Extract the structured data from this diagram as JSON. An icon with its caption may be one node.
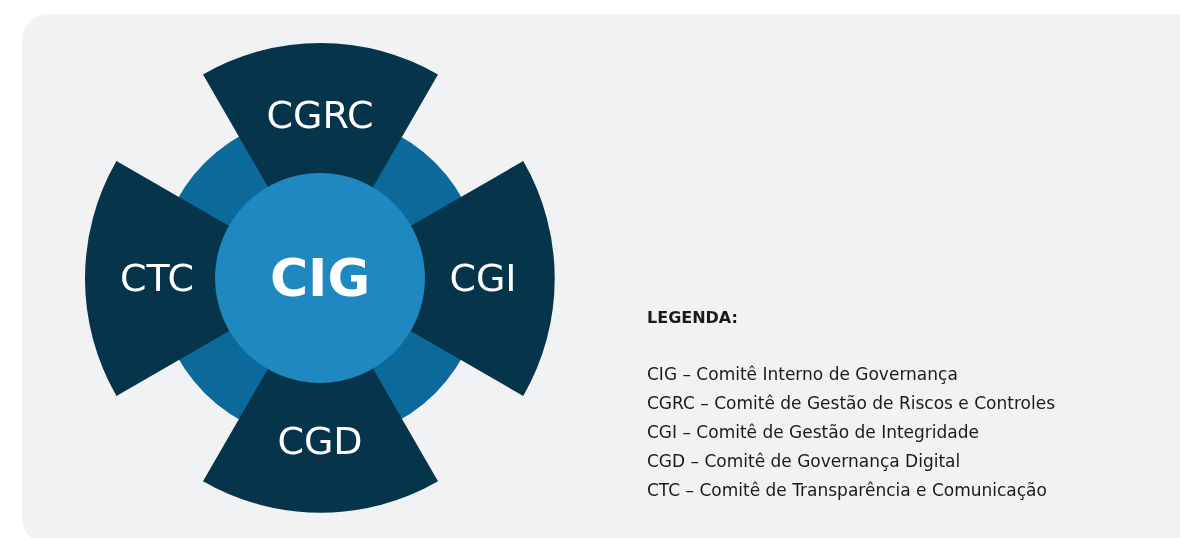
{
  "diagram": {
    "nodes": [
      {
        "text": [
          "CIG"
        ]
      },
      {
        "text": [
          "CGRC"
        ]
      },
      {
        "text": [
          "CGI"
        ]
      },
      {
        "text": [
          "CGD"
        ]
      },
      {
        "text": [
          "CTC"
        ]
      }
    ],
    "labels": [
      "LEGENDA:",
      "CIG – Comitê Interno de Governança",
      "CGRC – Comitê de Gestão de Riscos e Controles",
      "CGI – Comitê de Gestão de Integridade",
      "CGD – Comitê de Governança Digital",
      "CTC – Comitê de Transparência e Comunicação"
    ]
  }
}
